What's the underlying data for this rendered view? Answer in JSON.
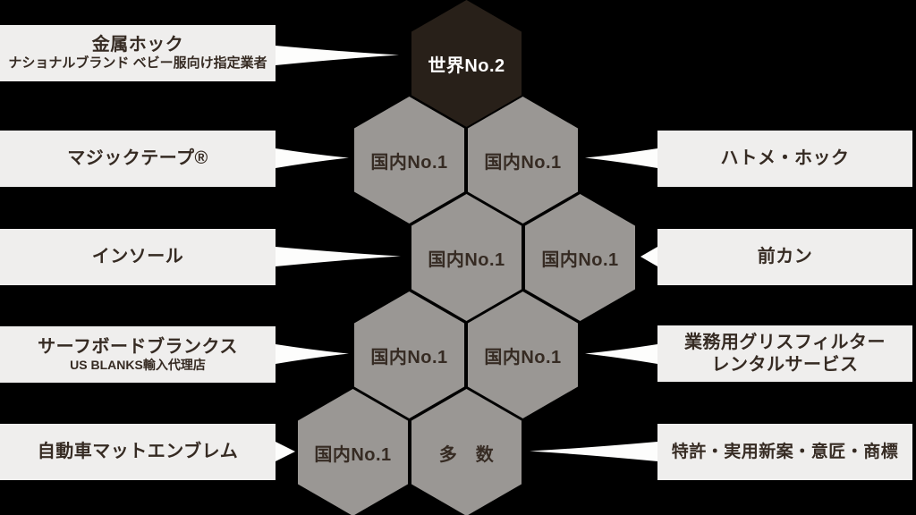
{
  "colors": {
    "background": "#000000",
    "label_box_bg": "#efeeed",
    "hex_gray": "#9a9794",
    "hex_dark": "#282019",
    "text_dark": "#362b23",
    "text_light": "#ffffff",
    "arrow": "#fdfdfc"
  },
  "hexagons": [
    {
      "id": "world-no2",
      "rank": "世界No.2"
    },
    {
      "id": "domestic-no1-a",
      "rank": "国内No.1"
    },
    {
      "id": "domestic-no1-b",
      "rank": "国内No.1"
    },
    {
      "id": "domestic-no1-c",
      "rank": "国内No.1"
    },
    {
      "id": "domestic-no1-d",
      "rank": "国内No.1"
    },
    {
      "id": "domestic-no1-e",
      "rank": "国内No.1"
    },
    {
      "id": "domestic-no1-f",
      "rank": "国内No.1"
    },
    {
      "id": "domestic-no1-g",
      "rank": "国内No.1"
    },
    {
      "id": "many",
      "rank": "多　数"
    }
  ],
  "labels_left": [
    {
      "title": "金属ホック",
      "subtitle": "ナショナルブランド ベビー服向け指定業者"
    },
    {
      "title": "マジックテープ®"
    },
    {
      "title": "インソール"
    },
    {
      "title": "サーフボードブランクス",
      "subtitle": "US BLANKS輸入代理店"
    },
    {
      "title": "自動車マットエンブレム"
    }
  ],
  "labels_right": [
    {
      "title": "ハトメ・ホック"
    },
    {
      "title": "前カン"
    },
    {
      "title": "業務用グリスフィルター",
      "title2": "レンタルサービス"
    },
    {
      "title": "特許・実用新案・意匠・商標"
    }
  ]
}
